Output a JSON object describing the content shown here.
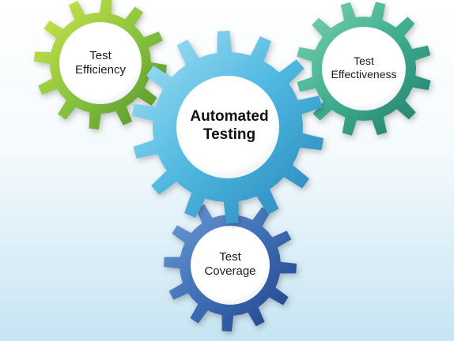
{
  "diagram": {
    "center": {
      "line1": "Automated",
      "line2": "Testing",
      "icon": "large-cyan-gear"
    },
    "gears": [
      {
        "line1": "Test",
        "line2": "Efficiency",
        "icon": "green-gear",
        "color": "#8cc63f"
      },
      {
        "line1": "Test",
        "line2": "Effectiveness",
        "icon": "teal-gear",
        "color": "#3fae8f"
      },
      {
        "line1": "Test",
        "line2": "Coverage",
        "icon": "blue-gear",
        "color": "#3f6fb5"
      }
    ],
    "colors": {
      "center_gear": "#4fb7e0",
      "background_bottom": "#cfe9f5"
    }
  }
}
